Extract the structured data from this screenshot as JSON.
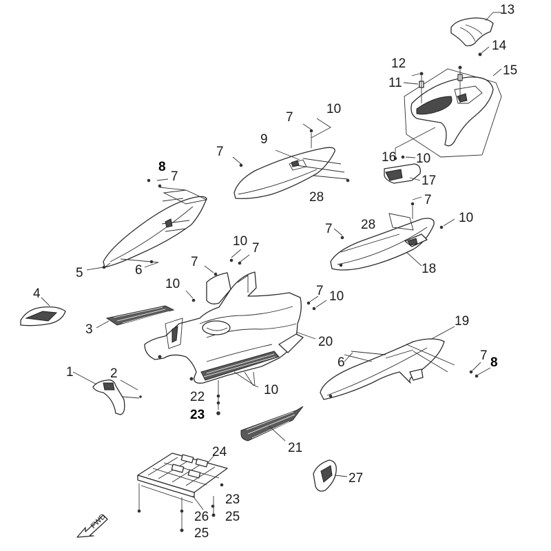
{
  "diagram": {
    "orientation_label": "FWD",
    "parts": [
      {
        "id": "p1",
        "label": "1"
      },
      {
        "id": "p2",
        "label": "2"
      },
      {
        "id": "p3",
        "label": "3"
      },
      {
        "id": "p4",
        "label": "4"
      },
      {
        "id": "p5",
        "label": "5"
      },
      {
        "id": "p6a",
        "label": "6"
      },
      {
        "id": "p6b",
        "label": "6"
      },
      {
        "id": "p7a",
        "label": "7"
      },
      {
        "id": "p7b",
        "label": "7"
      },
      {
        "id": "p7c",
        "label": "7"
      },
      {
        "id": "p7d",
        "label": "7"
      },
      {
        "id": "p7e",
        "label": "7"
      },
      {
        "id": "p7f",
        "label": "7"
      },
      {
        "id": "p7g",
        "label": "7"
      },
      {
        "id": "p7h",
        "label": "7"
      },
      {
        "id": "p7i",
        "label": "7"
      },
      {
        "id": "p8a",
        "label": "8"
      },
      {
        "id": "p8b",
        "label": "8"
      },
      {
        "id": "p9",
        "label": "9"
      },
      {
        "id": "p10a",
        "label": "10"
      },
      {
        "id": "p10b",
        "label": "10"
      },
      {
        "id": "p10c",
        "label": "10"
      },
      {
        "id": "p10d",
        "label": "10"
      },
      {
        "id": "p10e",
        "label": "10"
      },
      {
        "id": "p10f",
        "label": "10"
      },
      {
        "id": "p10g",
        "label": "10"
      },
      {
        "id": "p11",
        "label": "11"
      },
      {
        "id": "p12",
        "label": "12"
      },
      {
        "id": "p13",
        "label": "13"
      },
      {
        "id": "p14",
        "label": "14"
      },
      {
        "id": "p15",
        "label": "15"
      },
      {
        "id": "p16",
        "label": "16"
      },
      {
        "id": "p17",
        "label": "17"
      },
      {
        "id": "p18",
        "label": "18"
      },
      {
        "id": "p19",
        "label": "19"
      },
      {
        "id": "p20",
        "label": "20"
      },
      {
        "id": "p21",
        "label": "21"
      },
      {
        "id": "p22",
        "label": "22"
      },
      {
        "id": "p23a",
        "label": "23"
      },
      {
        "id": "p23b",
        "label": "23"
      },
      {
        "id": "p24",
        "label": "24"
      },
      {
        "id": "p25a",
        "label": "25"
      },
      {
        "id": "p25b",
        "label": "25"
      },
      {
        "id": "p26",
        "label": "26"
      },
      {
        "id": "p27",
        "label": "27"
      },
      {
        "id": "p28a",
        "label": "28"
      },
      {
        "id": "p28b",
        "label": "28"
      }
    ]
  }
}
